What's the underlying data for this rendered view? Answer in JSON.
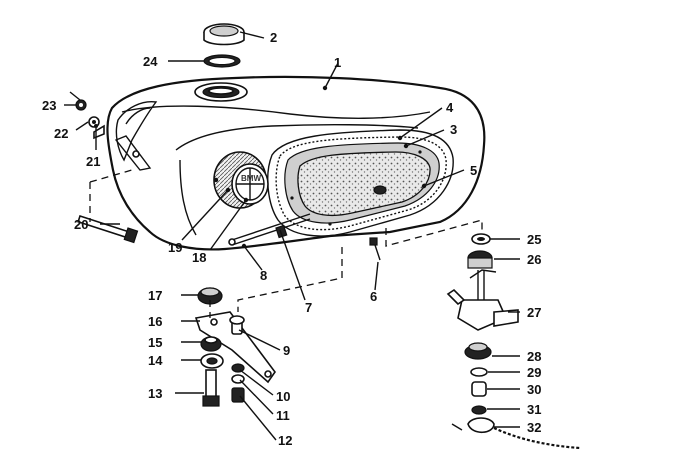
{
  "diagram": {
    "labels": [
      "1",
      "2",
      "3",
      "4",
      "5",
      "6",
      "7",
      "8",
      "9",
      "10",
      "11",
      "12",
      "13",
      "14",
      "15",
      "16",
      "17",
      "18",
      "19",
      "20",
      "21",
      "22",
      "23",
      "24",
      "25",
      "26",
      "27",
      "28",
      "29",
      "30",
      "31",
      "32"
    ],
    "badge_text": "BMW"
  }
}
